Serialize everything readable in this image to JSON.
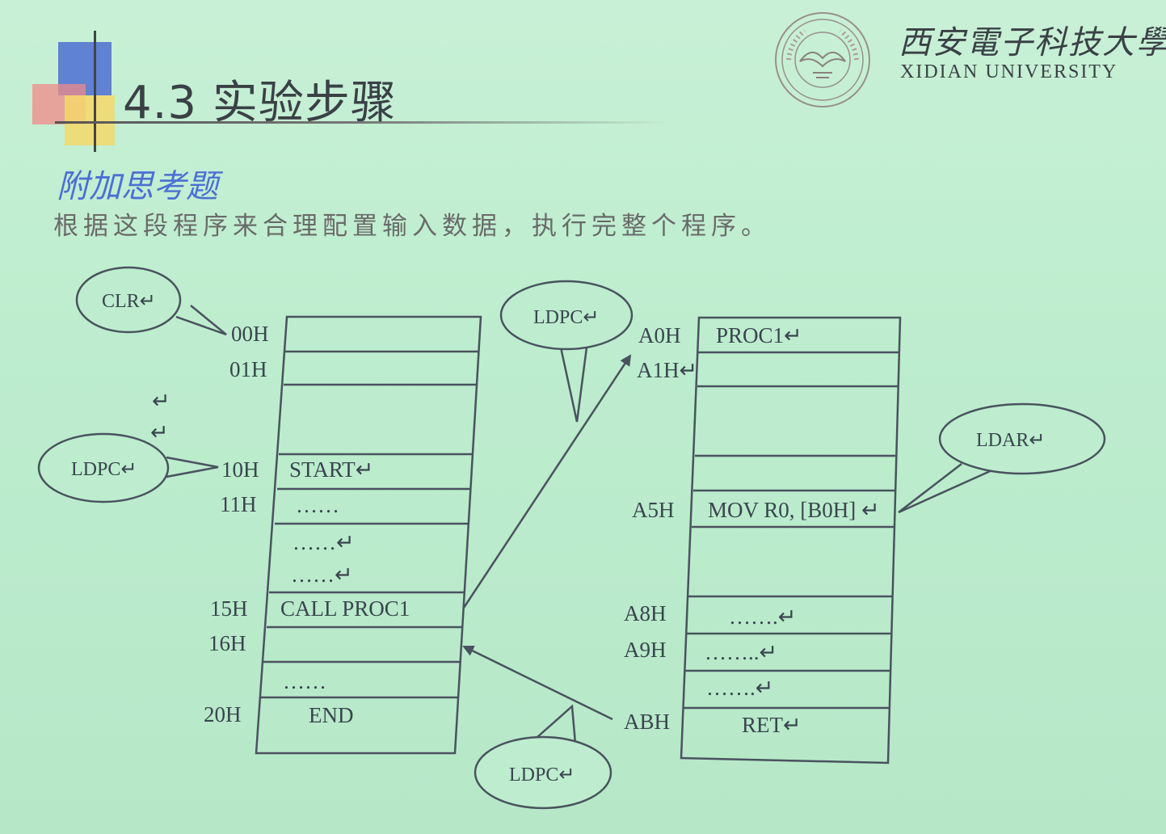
{
  "slide": {
    "title": "4.3 实验步骤",
    "logo": {
      "cn_name": "西安電子科技大學",
      "en_name": "XIDIAN UNIVERSITY",
      "seal_icon": "university-seal-icon"
    },
    "subtitle": "附加思考题",
    "description": "根据这段程序来合理配置输入数据，执行完整个程序。"
  },
  "diagram": {
    "left_block": {
      "addresses": [
        "00H",
        "01H",
        "10H",
        "11H",
        "15H",
        "16H",
        "20H"
      ],
      "cells": [
        "START↵",
        "……",
        "……↵",
        "……↵",
        "CALL PROC1",
        "……",
        "END"
      ]
    },
    "right_block": {
      "addresses": [
        "A0H",
        "A1H↵",
        "A5H",
        "A8H",
        "A9H",
        "ABH"
      ],
      "cells": [
        "PROC1↵",
        "MOV R0, [B0H] ↵",
        "…….↵",
        "……..↵",
        "…….↵",
        "RET↵"
      ]
    },
    "bubbles": [
      "CLR↵",
      "LDPC↵",
      "LDPC↵",
      "LDAR↵",
      "LDPC↵"
    ],
    "stray_marks": [
      "↵",
      "↵"
    ]
  },
  "colors": {
    "background": "#bdedce",
    "title_text": "#3b4047",
    "subtitle_text": "#4b6fd4",
    "line": "#4a5260"
  }
}
